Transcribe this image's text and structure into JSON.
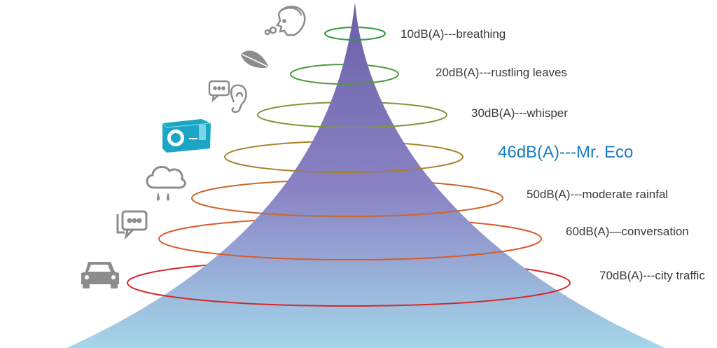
{
  "levels": [
    {
      "label": "10dB(A)---breathing",
      "icon": "breathing-face-icon",
      "color": "#2e9a3e",
      "highlight": false
    },
    {
      "label": "20dB(A)---rustling leaves",
      "icon": "leaf-icon",
      "color": "#4e9a3a",
      "highlight": false
    },
    {
      "label": "30dB(A)---whisper",
      "icon": "ear-speech-icon",
      "color": "#7a9a35",
      "highlight": false
    },
    {
      "label": "46dB(A)---Mr. Eco",
      "icon": "heat-pump-icon",
      "color": "#a8822e",
      "highlight": true
    },
    {
      "label": "50dB(A)---moderate rainfal",
      "icon": "rain-cloud-icon",
      "color": "#c9672c",
      "highlight": false
    },
    {
      "label": "60dB(A)—conversation",
      "icon": "speech-bubbles-icon",
      "color": "#d95a2a",
      "highlight": false
    },
    {
      "label": "70dB(A)---city traffic",
      "icon": "car-icon",
      "color": "#d9262a",
      "highlight": false
    }
  ],
  "colors": {
    "cone_top": "#6a5ea8",
    "cone_mid": "#8f8cc8",
    "cone_bottom": "#9ed0e6",
    "icon_gray": "#8c8c8c",
    "device_teal": "#1aa6c4",
    "highlight_text": "#1a7fc0",
    "text": "#3a3a3a"
  }
}
